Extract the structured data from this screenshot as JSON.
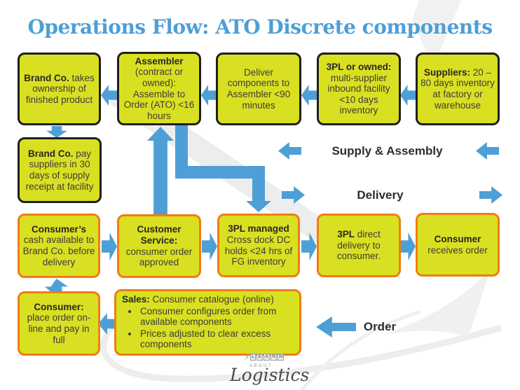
{
  "title": "Operations Flow: ATO Discrete components",
  "colors": {
    "arrow_blue": "#4E9FD6",
    "box_fill": "#D9E021",
    "border_dark": "#1F1F1F",
    "border_orange": "#F07D12",
    "title_blue": "#4D9FD7"
  },
  "boxes": {
    "brand_ownership": {
      "bold": "Brand Co.",
      "rest": " takes ownership of finished product"
    },
    "assembler": {
      "bold": "Assembler",
      "rest": " (contract or owned): Assemble to Order (ATO) <16 hours"
    },
    "deliver": {
      "bold": "",
      "rest": "Deliver components to Assembler <90 minutes"
    },
    "threepl_inbound": {
      "bold": "3PL or owned:",
      "rest": " multi-supplier inbound facility <10 days inventory"
    },
    "suppliers": {
      "bold": "Suppliers:",
      "rest": " 20 – 80 days inventory at factory or warehouse"
    },
    "brand_pay": {
      "bold": "Brand Co.",
      "rest": " pay suppliers in 30 days of supply receipt at facility"
    },
    "consumers_cash": {
      "bold": "Consumer’s",
      "rest": " cash available to Brand Co. before delivery"
    },
    "customer_service": {
      "bold": "Customer Service:",
      "rest": " consumer order approved"
    },
    "threepl_managed": {
      "bold": "3PL managed",
      "rest": " Cross dock DC holds <24 hrs of FG inventory"
    },
    "threepl_direct": {
      "bold": "3PL",
      "rest": " direct delivery to consumer."
    },
    "consumer_receives": {
      "bold": "Consumer",
      "rest": " receives order"
    },
    "consumer_place": {
      "bold": "Consumer:",
      "rest": " place order on-line and pay in full"
    }
  },
  "sales": {
    "bold": "Sales:",
    "intro": " Consumer catalogue (online)",
    "bullets": [
      "Consumer configures order from available components",
      "Prices adjusted to clear excess components"
    ]
  },
  "labels": {
    "supply_assembly": "Supply & Assembly",
    "delivery": "Delivery",
    "order": "Order"
  },
  "logo": {
    "arrow_glyph": "↗",
    "learn_letters": [
      "L",
      "E",
      "A",
      "R",
      "N"
    ],
    "about": "ABOUT",
    "logistics": "Logistics"
  }
}
